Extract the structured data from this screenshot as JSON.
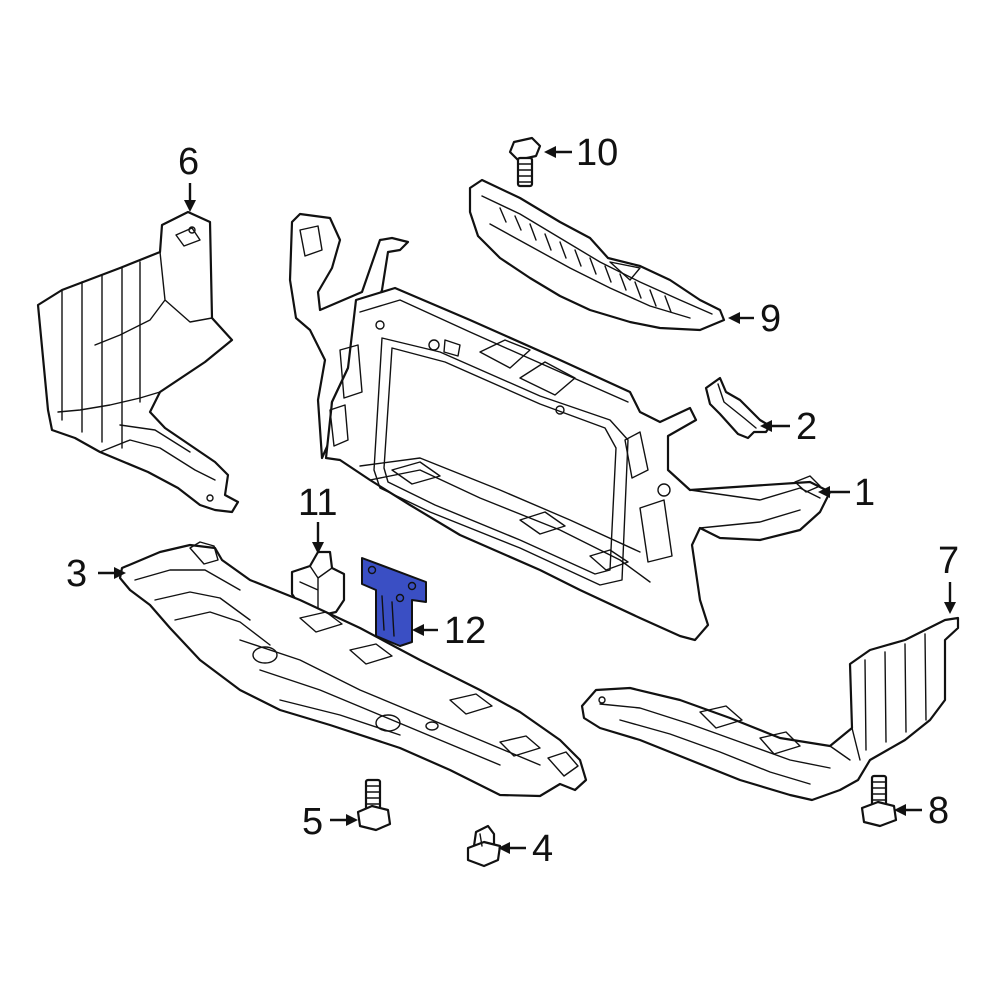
{
  "highlight_color": "#3a4fc4",
  "callouts": [
    {
      "id": "1",
      "label": "1",
      "part": "radiator-support"
    },
    {
      "id": "2",
      "label": "2",
      "part": "bracket"
    },
    {
      "id": "3",
      "label": "3",
      "part": "front-lower-shield"
    },
    {
      "id": "4",
      "label": "4",
      "part": "clip"
    },
    {
      "id": "5",
      "label": "5",
      "part": "bolt-left"
    },
    {
      "id": "6",
      "label": "6",
      "part": "left-side-shield"
    },
    {
      "id": "7",
      "label": "7",
      "part": "right-side-shield"
    },
    {
      "id": "8",
      "label": "8",
      "part": "bolt-right"
    },
    {
      "id": "9",
      "label": "9",
      "part": "upper-air-guide"
    },
    {
      "id": "10",
      "label": "10",
      "part": "bolt-top"
    },
    {
      "id": "11",
      "label": "11",
      "part": "latch-bracket"
    },
    {
      "id": "12",
      "label": "12",
      "part": "reinforcement-plate"
    }
  ]
}
